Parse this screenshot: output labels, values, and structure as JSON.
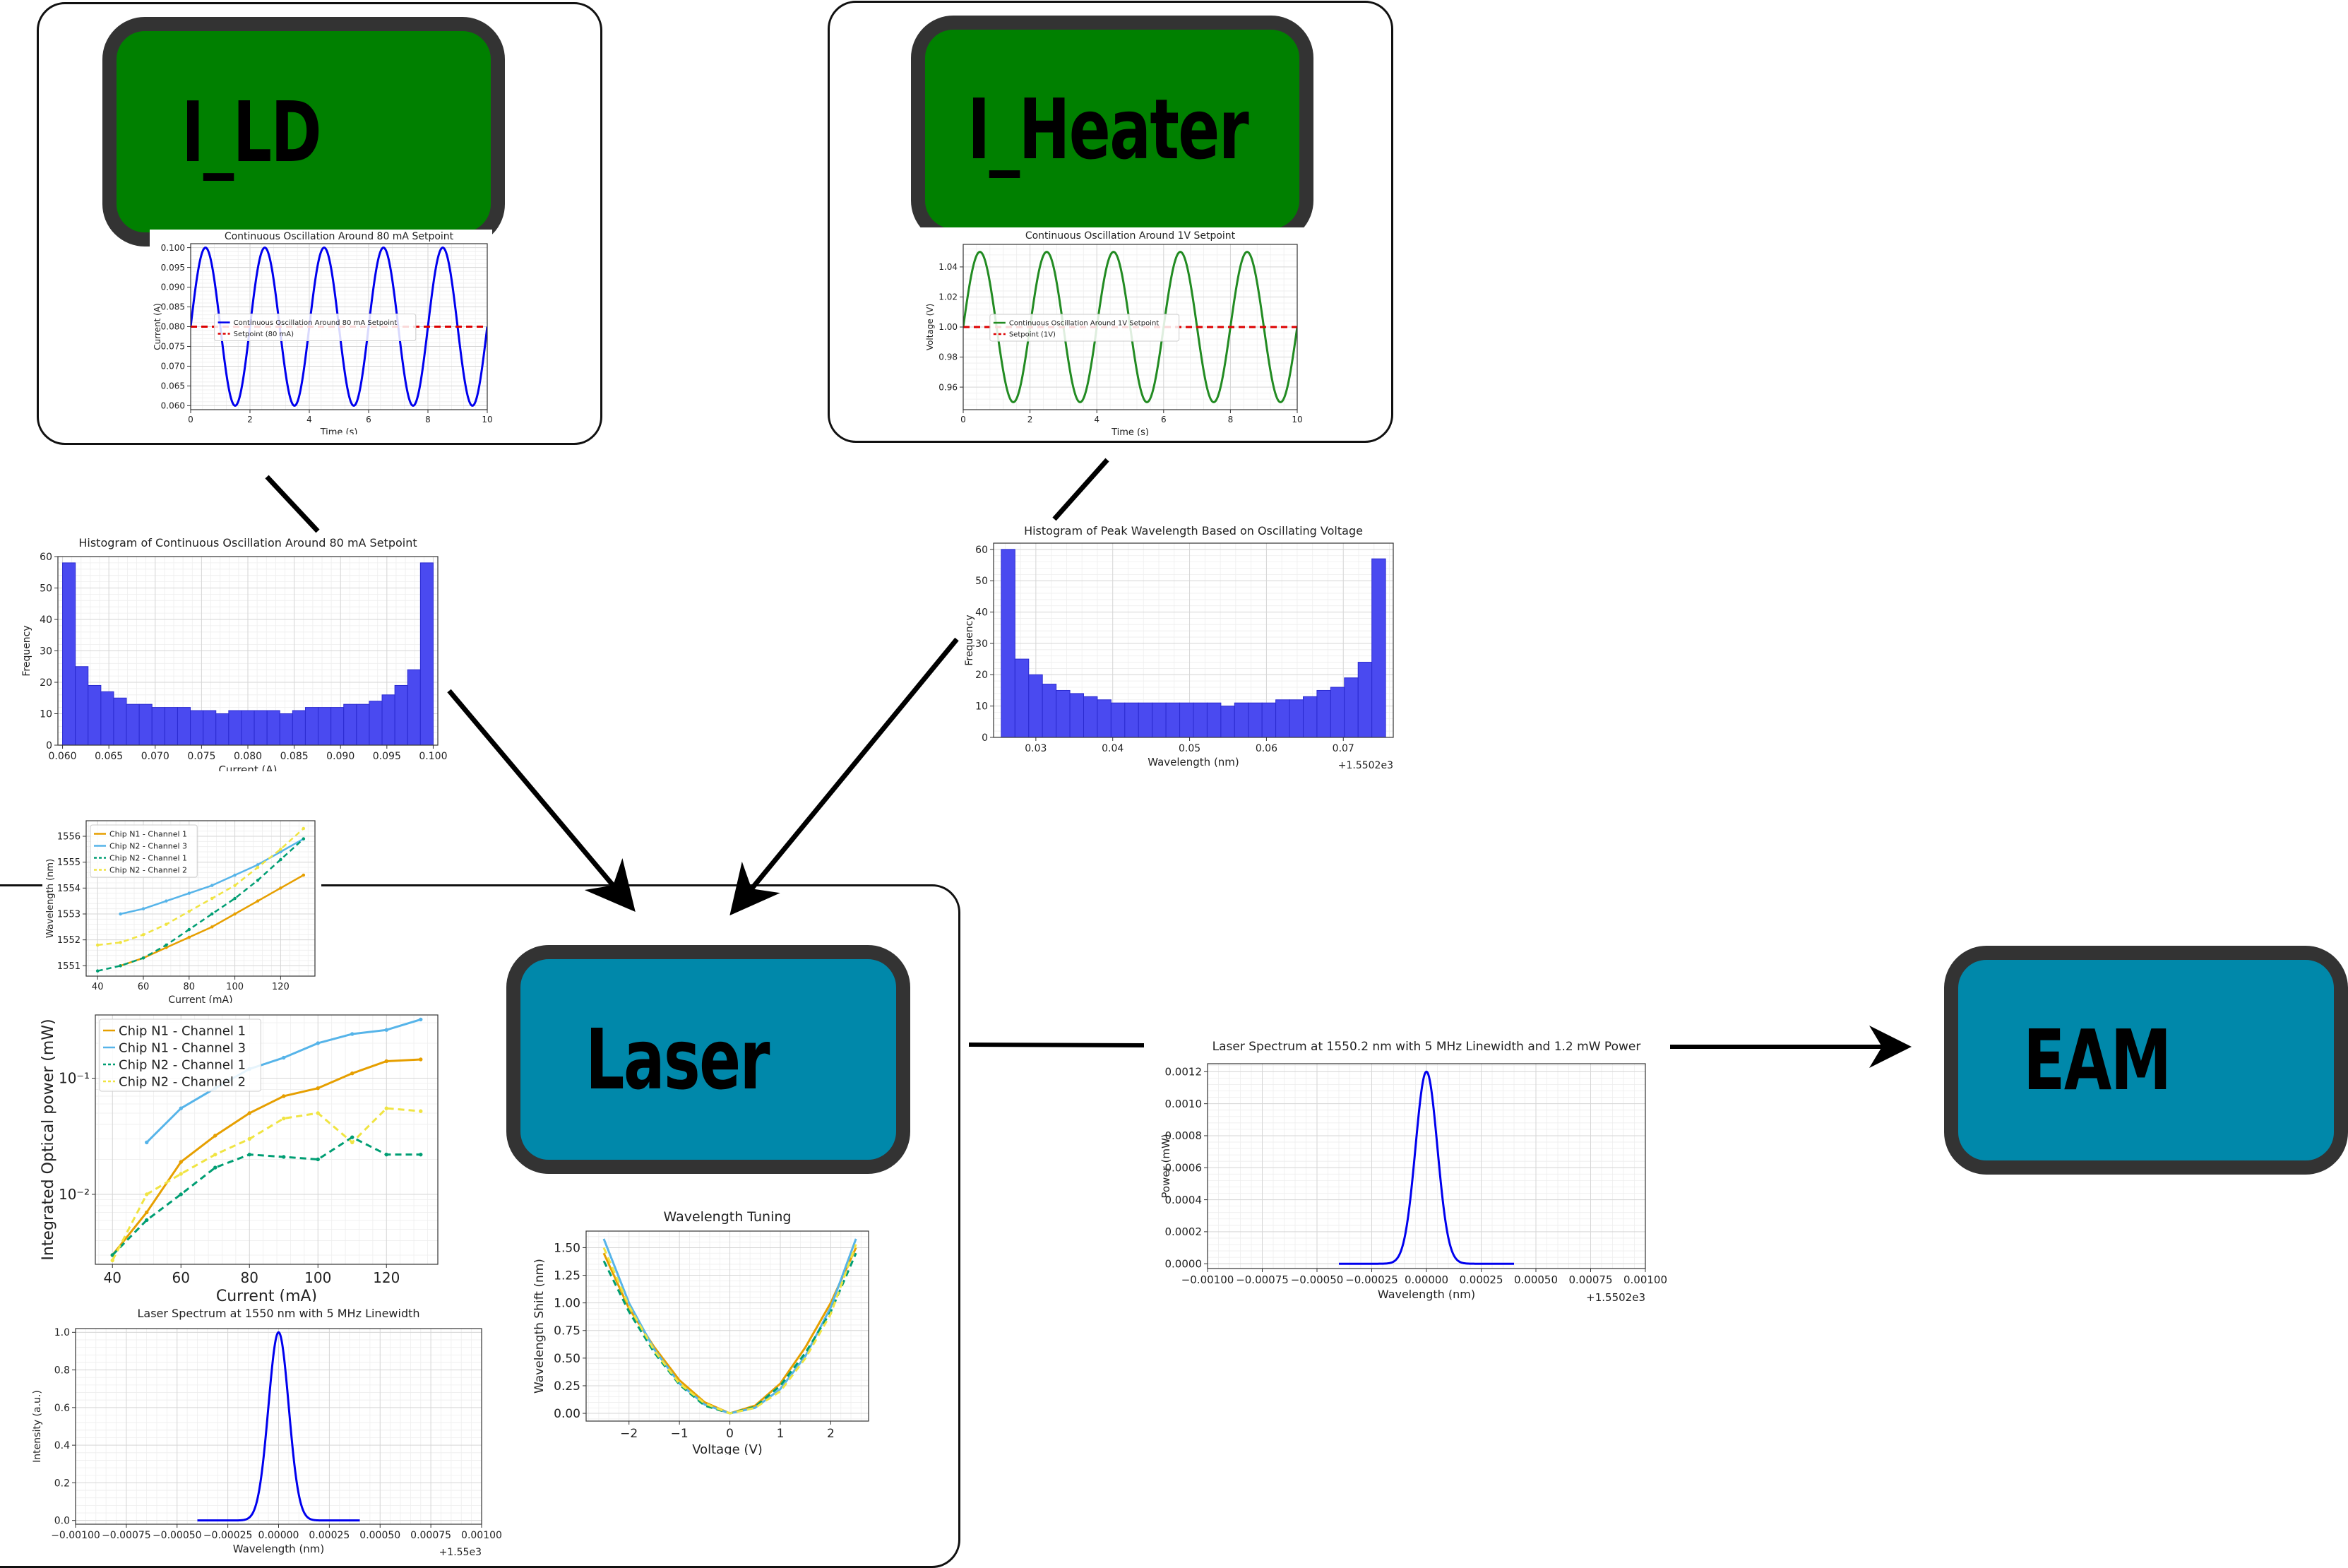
{
  "blocks": {
    "ild": {
      "label": "I_LD"
    },
    "iheater": {
      "label": "I_Heater"
    },
    "laser": {
      "label": "Laser"
    },
    "eam": {
      "label": "EAM"
    }
  },
  "colors": {
    "green_block": "#008000",
    "teal_block": "#0088aa",
    "block_border": "#333333",
    "blue": "#0000ee",
    "hist_blue": "#4a4af0",
    "setpoint_red": "#dd0000",
    "series_orange": "#e69f00",
    "series_skyblue": "#56b4e9",
    "series_green": "#009e73",
    "series_yellow": "#f0e442"
  },
  "chart_data": [
    {
      "id": "osc_current",
      "type": "line",
      "title": "Continuous Oscillation Around 80 mA Setpoint",
      "xlabel": "Time (s)",
      "ylabel": "Current (A)",
      "xlim": [
        0,
        10
      ],
      "ylim": [
        0.059,
        0.101
      ],
      "xticks": [
        "0",
        "2",
        "4",
        "6",
        "8",
        "10"
      ],
      "yticks": [
        "0.060",
        "0.065",
        "0.070",
        "0.075",
        "0.080",
        "0.085",
        "0.090",
        "0.095",
        "0.100"
      ],
      "series": [
        {
          "name": "Continuous Oscillation Around 80 mA Setpoint",
          "color": "#0000ee",
          "function": "sine",
          "center": 0.08,
          "amplitude": 0.02,
          "period_s": 2,
          "x_range": [
            0,
            10
          ]
        },
        {
          "name": "Setpoint (80 mA)",
          "color": "#dd0000",
          "dashed": true,
          "value": 0.08
        }
      ],
      "legend": "center-right"
    },
    {
      "id": "osc_voltage",
      "type": "line",
      "title": "Continuous Oscillation Around 1V Setpoint",
      "xlabel": "Time (s)",
      "ylabel": "Voltage (V)",
      "xlim": [
        0,
        10
      ],
      "ylim": [
        0.945,
        1.055
      ],
      "xticks": [
        "0",
        "2",
        "4",
        "6",
        "8",
        "10"
      ],
      "yticks": [
        "0.96",
        "0.98",
        "1.00",
        "1.02",
        "1.04"
      ],
      "series": [
        {
          "name": "Continuous Oscillation Around 1V Setpoint",
          "color": "#228b22",
          "function": "sine",
          "center": 1.0,
          "amplitude": 0.05,
          "period_s": 2,
          "x_range": [
            0,
            10
          ]
        },
        {
          "name": "Setpoint (1V)",
          "color": "#dd0000",
          "dashed": true,
          "value": 1.0
        }
      ],
      "legend": "center-right"
    },
    {
      "id": "hist_current",
      "type": "bar",
      "title": "Histogram of Continuous Oscillation Around 80 mA Setpoint",
      "xlabel": "Current (A)",
      "ylabel": "Frequency",
      "xlim": [
        0.0595,
        0.1005
      ],
      "ylim": [
        0,
        60
      ],
      "xticks": [
        "0.060",
        "0.065",
        "0.070",
        "0.075",
        "0.080",
        "0.085",
        "0.090",
        "0.095",
        "0.100"
      ],
      "yticks": [
        "0",
        "10",
        "20",
        "30",
        "40",
        "50",
        "60"
      ],
      "bin_range": [
        0.06,
        0.1
      ],
      "values": [
        58,
        25,
        19,
        17,
        15,
        13,
        13,
        12,
        12,
        12,
        11,
        11,
        10,
        11,
        11,
        11,
        11,
        10,
        11,
        12,
        12,
        12,
        13,
        13,
        14,
        16,
        19,
        24,
        58
      ]
    },
    {
      "id": "hist_wavelength",
      "type": "bar",
      "title": "Histogram of Peak Wavelength Based on Oscillating Voltage",
      "xlabel": "Wavelength (nm)",
      "ylabel": "Frequency",
      "offset_text": "+1.5502e3",
      "xlim": [
        0.0245,
        0.0765
      ],
      "ylim": [
        0,
        62
      ],
      "xticks": [
        "0.03",
        "0.04",
        "0.05",
        "0.06",
        "0.07"
      ],
      "yticks": [
        "0",
        "10",
        "20",
        "30",
        "40",
        "50",
        "60"
      ],
      "bin_range": [
        0.0255,
        0.0755
      ],
      "values": [
        60,
        25,
        20,
        17,
        15,
        14,
        13,
        12,
        11,
        11,
        11,
        11,
        11,
        11,
        11,
        11,
        10,
        11,
        11,
        11,
        12,
        12,
        13,
        15,
        16,
        19,
        24,
        57
      ]
    },
    {
      "id": "wavelength_vs_current",
      "type": "line",
      "xlabel": "Current (mA)",
      "ylabel": "Wavelength (nm)",
      "xlim": [
        35,
        135
      ],
      "ylim": [
        1550.6,
        1556.6
      ],
      "xticks": [
        "40",
        "60",
        "80",
        "100",
        "120"
      ],
      "yticks": [
        "1551",
        "1552",
        "1553",
        "1554",
        "1555",
        "1556"
      ],
      "x": [
        40,
        50,
        60,
        70,
        80,
        90,
        100,
        110,
        120,
        130
      ],
      "series": [
        {
          "name": "Chip N1 - Channel 1",
          "color": "#e69f00",
          "values": [
            null,
            1551.0,
            1551.3,
            1551.7,
            1552.1,
            1552.5,
            1553.0,
            1553.5,
            1554.0,
            1554.5
          ]
        },
        {
          "name": "Chip N2 - Channel 3",
          "color": "#56b4e9",
          "values": [
            null,
            1553.0,
            1553.2,
            1553.5,
            1553.8,
            1554.1,
            1554.5,
            1554.9,
            1555.4,
            1555.9
          ]
        },
        {
          "name": "Chip N2 - Channel 1",
          "color": "#009e73",
          "dashed": true,
          "values": [
            1550.8,
            1551.0,
            1551.3,
            1551.8,
            1552.4,
            1553.0,
            1553.6,
            1554.3,
            1555.1,
            1555.9
          ]
        },
        {
          "name": "Chip N2 - Channel 2",
          "color": "#f0e442",
          "dashed": true,
          "values": [
            1551.8,
            1551.9,
            1552.2,
            1552.6,
            1553.1,
            1553.6,
            1554.1,
            1554.8,
            1555.5,
            1556.3
          ]
        }
      ],
      "legend": "top-left"
    },
    {
      "id": "power_vs_current",
      "type": "line",
      "xlabel": "Current (mA)",
      "ylabel": "Integrated Optical power (mW)",
      "log_y": true,
      "xlim": [
        35,
        135
      ],
      "ylim": [
        0.0025,
        0.35
      ],
      "xticks": [
        "40",
        "60",
        "80",
        "100",
        "120"
      ],
      "yticks": [
        "10⁻²",
        "10⁻¹"
      ],
      "x": [
        40,
        50,
        60,
        70,
        80,
        90,
        100,
        110,
        120,
        130
      ],
      "series": [
        {
          "name": "Chip N1 - Channel 1",
          "color": "#e69f00",
          "values": [
            0.003,
            0.007,
            0.019,
            0.032,
            0.05,
            0.07,
            0.082,
            0.11,
            0.14,
            0.145
          ]
        },
        {
          "name": "Chip N1 - Channel 3",
          "color": "#56b4e9",
          "values": [
            null,
            0.028,
            0.055,
            0.082,
            0.12,
            0.15,
            0.2,
            0.24,
            0.26,
            0.32
          ]
        },
        {
          "name": "Chip N2 - Channel 1",
          "color": "#009e73",
          "dashed": true,
          "values": [
            0.003,
            0.006,
            0.01,
            0.017,
            0.022,
            0.021,
            0.02,
            0.031,
            0.022,
            0.022
          ]
        },
        {
          "name": "Chip N2 - Channel 2",
          "color": "#f0e442",
          "dashed": true,
          "values": [
            0.0027,
            0.01,
            0.015,
            0.022,
            0.03,
            0.045,
            0.05,
            0.028,
            0.055,
            0.052
          ]
        }
      ],
      "legend": "top-left"
    },
    {
      "id": "spectrum_1550",
      "type": "line",
      "title": "Laser Spectrum at 1550 nm with 5 MHz Linewidth",
      "xlabel": "Wavelength (nm)",
      "ylabel": "Intensity (a.u.)",
      "offset_text": "+1.55e3",
      "xlim": [
        -0.001,
        0.001
      ],
      "ylim": [
        -0.02,
        1.02
      ],
      "xticks": [
        "−0.00100",
        "−0.00075",
        "−0.00050",
        "−0.00025",
        "0.00000",
        "0.00025",
        "0.00050",
        "0.00075",
        "0.00100"
      ],
      "yticks": [
        "0.0",
        "0.2",
        "0.4",
        "0.6",
        "0.8",
        "1.0"
      ],
      "series": [
        {
          "name": "",
          "color": "#0000ee",
          "function": "gaussian",
          "peak": 1.0,
          "sigma": 5e-05,
          "x_range": [
            -0.0004,
            0.0004
          ]
        }
      ]
    },
    {
      "id": "wavelength_tuning",
      "type": "line",
      "title": "Wavelength Tuning",
      "xlabel": "Voltage (V)",
      "ylabel": "Wavelength Shift (nm)",
      "xlim": [
        -2.85,
        2.75
      ],
      "ylim": [
        -0.07,
        1.65
      ],
      "xticks": [
        "−2",
        "−1",
        "0",
        "1",
        "2"
      ],
      "yticks": [
        "0.00",
        "0.25",
        "0.50",
        "0.75",
        "1.00",
        "1.25",
        "1.50"
      ],
      "x": [
        -2.5,
        -2.0,
        -1.5,
        -1.0,
        -0.5,
        0.0,
        0.5,
        1.0,
        1.5,
        2.0,
        2.5
      ],
      "series": [
        {
          "name": "",
          "color": "#e69f00",
          "values": [
            1.45,
            0.95,
            0.6,
            0.3,
            0.1,
            0.0,
            0.07,
            0.27,
            0.6,
            1.0,
            1.5
          ]
        },
        {
          "name": "",
          "color": "#56b4e9",
          "values": [
            1.58,
            1.0,
            0.58,
            0.27,
            0.08,
            0.0,
            0.05,
            0.22,
            0.52,
            0.96,
            1.58
          ]
        },
        {
          "name": "",
          "color": "#009e73",
          "values": [
            1.38,
            0.92,
            0.55,
            0.26,
            0.07,
            0.0,
            0.06,
            0.25,
            0.55,
            0.92,
            1.45
          ],
          "dashed": true
        },
        {
          "name": "",
          "color": "#f0e442",
          "values": [
            1.5,
            0.97,
            0.57,
            0.27,
            0.09,
            0.0,
            0.05,
            0.2,
            0.5,
            0.9,
            1.53
          ],
          "dashed": true
        }
      ]
    },
    {
      "id": "spectrum_1550_2",
      "type": "line",
      "title": "Laser Spectrum at 1550.2 nm with 5 MHz Linewidth and 1.2 mW Power",
      "xlabel": "Wavelength (nm)",
      "ylabel": "Power (mW)",
      "offset_text": "+1.5502e3",
      "xlim": [
        -0.001,
        0.001
      ],
      "ylim": [
        -3e-05,
        0.00125
      ],
      "xticks": [
        "−0.00100",
        "−0.00075",
        "−0.00050",
        "−0.00025",
        "0.00000",
        "0.00025",
        "0.00050",
        "0.00075",
        "0.00100"
      ],
      "yticks": [
        "0.0000",
        "0.0002",
        "0.0004",
        "0.0006",
        "0.0008",
        "0.0010",
        "0.0012"
      ],
      "series": [
        {
          "name": "",
          "color": "#0000ee",
          "function": "gaussian",
          "peak": 0.0012,
          "sigma": 5e-05,
          "x_range": [
            -0.0004,
            0.0004
          ]
        }
      ]
    }
  ]
}
